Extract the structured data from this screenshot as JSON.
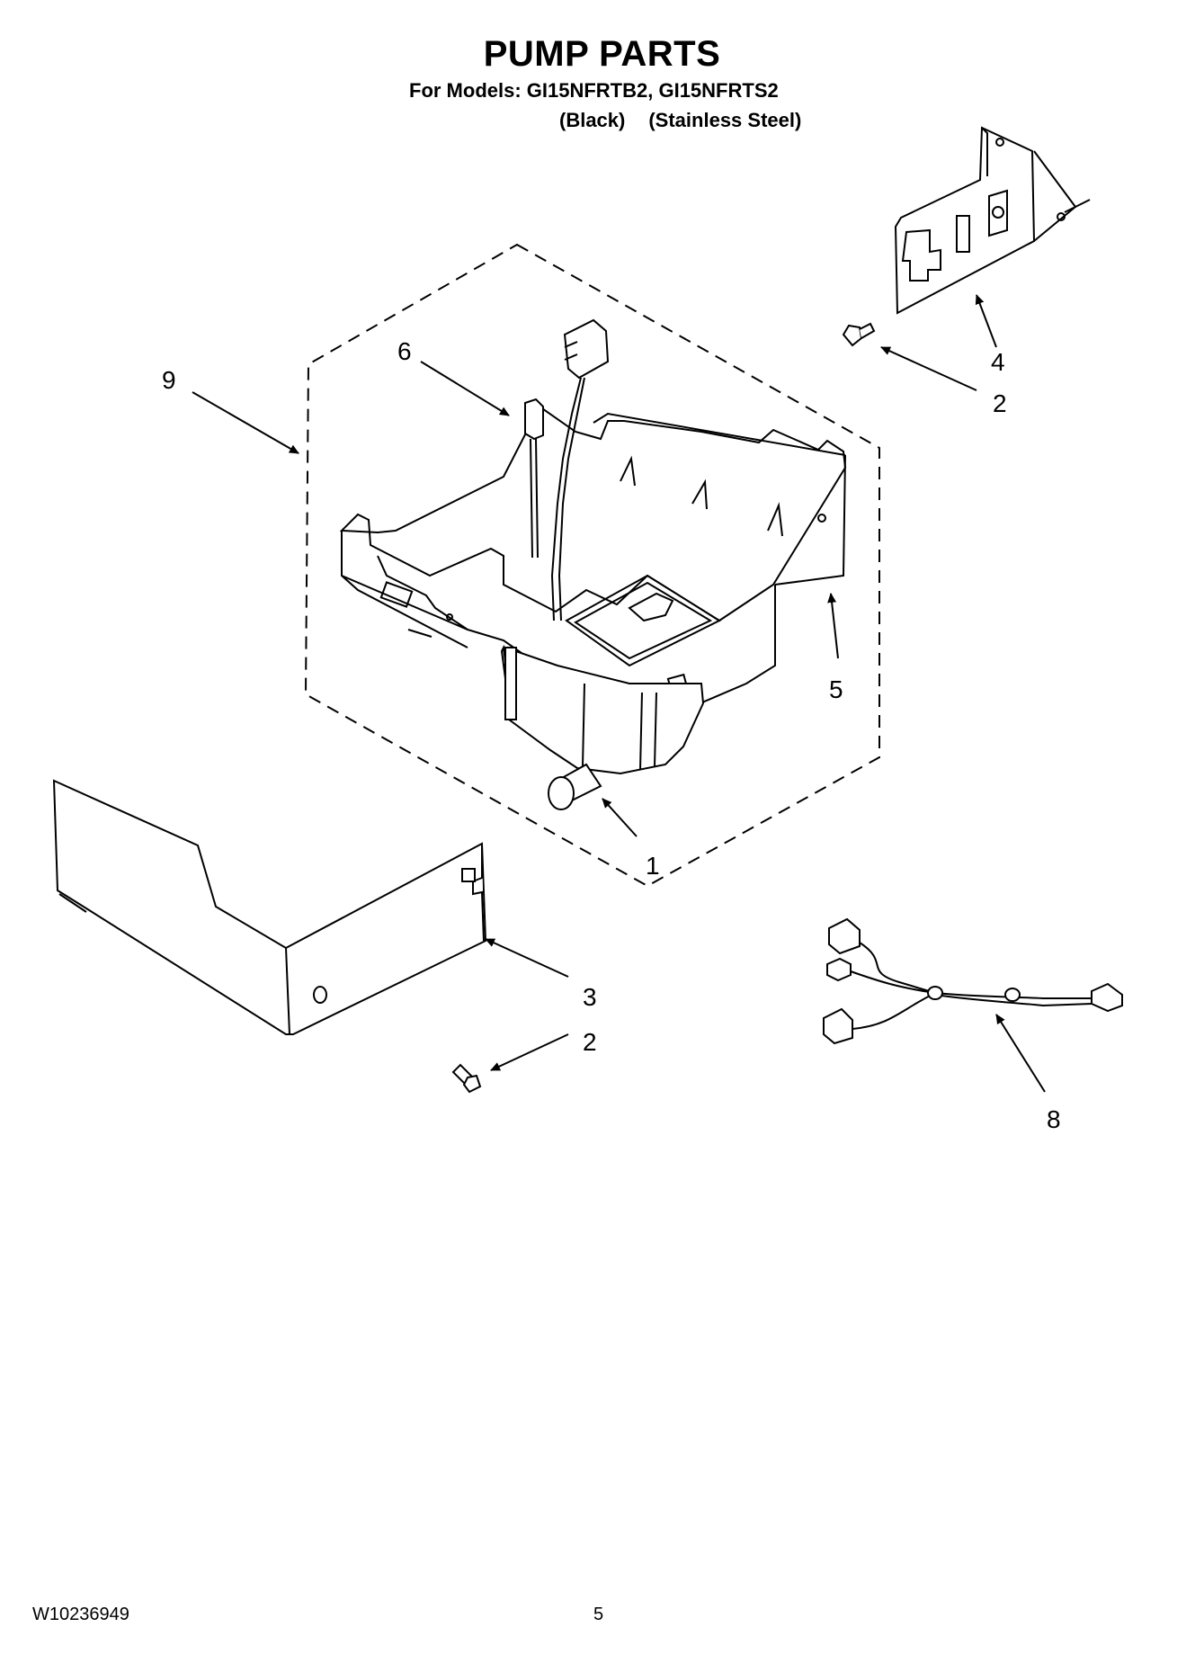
{
  "header": {
    "title": "PUMP PARTS",
    "models_line": "For Models: GI15NFRTB2, GI15NFRTS2",
    "finish_black": "(Black)",
    "finish_stainless": "(Stainless Steel)"
  },
  "callouts": {
    "c1": "1",
    "c2_top": "2",
    "c2_bottom": "2",
    "c3": "3",
    "c4": "4",
    "c5": "5",
    "c6": "6",
    "c8": "8",
    "c9": "9"
  },
  "footer": {
    "doc_number": "W10236949",
    "page_number": "5"
  }
}
